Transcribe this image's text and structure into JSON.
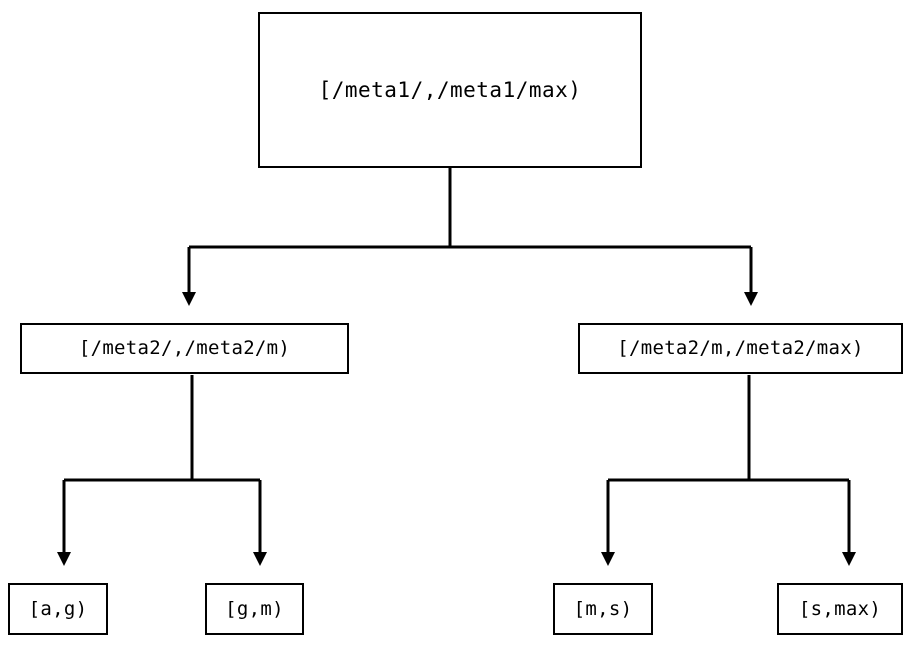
{
  "diagram": {
    "type": "binary-range-partition-tree",
    "background_color": "#ffffff",
    "line_color": "#000000",
    "text_color": "#000000",
    "levels": 3,
    "root": {
      "id": "root",
      "label": "[/meta1/,/meta1/max)"
    },
    "level2": [
      {
        "id": "meta2-low",
        "label": "[/meta2/,/meta2/m)"
      },
      {
        "id": "meta2-high",
        "label": "[/meta2/m,/meta2/max)"
      }
    ],
    "leaves": [
      {
        "id": "leaf-ag",
        "label": "[a,g)"
      },
      {
        "id": "leaf-gm",
        "label": "[g,m)"
      },
      {
        "id": "leaf-ms",
        "label": "[m,s)"
      },
      {
        "id": "leaf-smax",
        "label": "[s,max)"
      }
    ],
    "edges": [
      {
        "from": "root",
        "to": "meta2-low",
        "arrow": "triangle-down"
      },
      {
        "from": "root",
        "to": "meta2-high",
        "arrow": "triangle-down"
      },
      {
        "from": "meta2-low",
        "to": "leaf-ag",
        "arrow": "triangle-down"
      },
      {
        "from": "meta2-low",
        "to": "leaf-gm",
        "arrow": "triangle-down"
      },
      {
        "from": "meta2-high",
        "to": "leaf-ms",
        "arrow": "triangle-down"
      },
      {
        "from": "meta2-high",
        "to": "leaf-smax",
        "arrow": "triangle-down"
      }
    ]
  }
}
